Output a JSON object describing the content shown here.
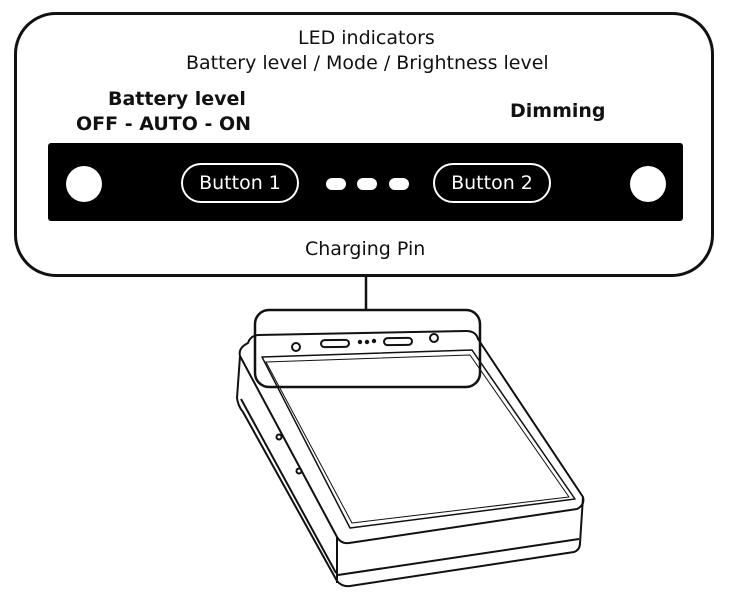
{
  "labels": {
    "led_title": "LED indicators",
    "led_sub": "Battery level / Mode / Brightness level",
    "battery_title": "Battery level",
    "battery_modes": "OFF - AUTO - ON",
    "dimming": "Dimming",
    "charging_pin": "Charging Pin"
  },
  "buttons": {
    "button1": "Button 1",
    "button2": "Button 2"
  },
  "colors": {
    "strip": "#000000",
    "outline": "#111111"
  }
}
